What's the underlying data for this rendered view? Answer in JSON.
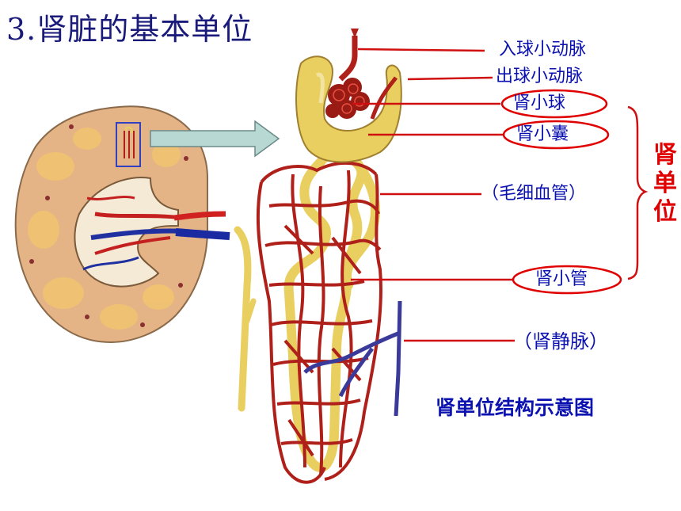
{
  "title": "3.肾脏的基本单位",
  "labels": {
    "afferent_arteriole": "入球小动脉",
    "efferent_arteriole": "出球小动脉",
    "glomerulus": "肾小球",
    "renal_capsule": "肾小囊",
    "capillaries": "（毛细血管）",
    "renal_tubule": "肾小管",
    "renal_vein": "（肾静脉）"
  },
  "nephron_unit": [
    "肾",
    "单",
    "位"
  ],
  "caption": "肾单位结构示意图",
  "colors": {
    "title": "#1a1a7a",
    "label_text": "#0b12b0",
    "pointer_line": "#d01010",
    "ellipse": "#e00000",
    "artery": "#b0201a",
    "vein": "#3a3a9a",
    "tubule": "#e8cf60",
    "kidney_cortex": "#d8a87a",
    "arrow_fill": "#b8d8d4"
  }
}
